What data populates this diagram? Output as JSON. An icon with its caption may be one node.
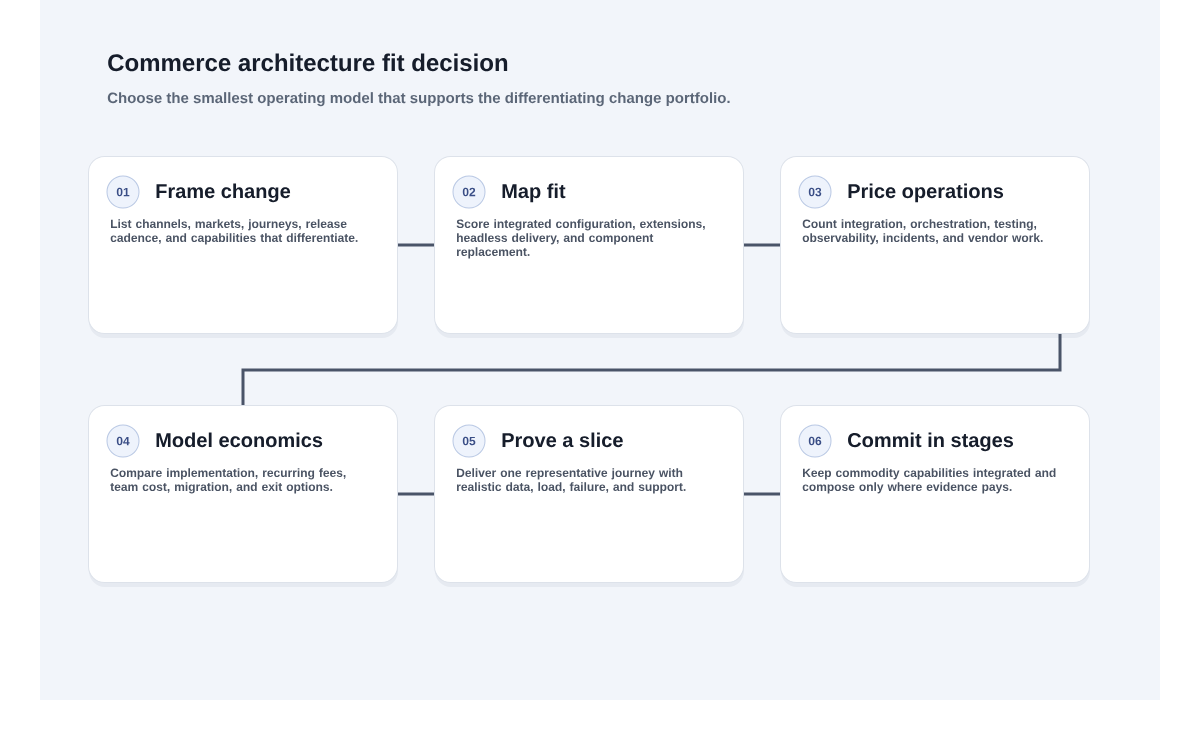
{
  "diagram": {
    "title": "Commerce architecture fit decision",
    "nodes": [
      {
        "text": [
          "Frame change",
          "List channels, markets, journeys, release cadence, and capabilities that differentiate."
        ]
      },
      {
        "text": [
          "01"
        ],
        "in": 0
      },
      {
        "text": [
          "Map fit",
          "Score integrated configuration, extensions, headless delivery, and component replacement."
        ]
      },
      {
        "text": [
          "02"
        ],
        "in": 2
      },
      {
        "text": [
          "Price operations",
          "Count integration, orchestration, testing, observability, incidents, and vendor work."
        ]
      },
      {
        "text": [
          "03"
        ],
        "in": 4
      },
      {
        "text": [
          "Model economics",
          "Compare implementation, recurring fees, team cost, migration, and exit options."
        ]
      },
      {
        "text": [
          "04"
        ],
        "in": 6
      },
      {
        "text": [
          "Prove a slice",
          "Deliver one representative journey with realistic data, load, failure, and support."
        ]
      },
      {
        "text": [
          "05"
        ],
        "in": 8
      },
      {
        "text": [
          "Commit in stages",
          "Keep commodity capabilities integrated and compose only where evidence pays."
        ]
      },
      {
        "text": [
          "06"
        ],
        "in": 10
      }
    ],
    "edges": [
      {
        "from": 0,
        "to": 2,
        "arrow": "none"
      },
      {
        "from": 2,
        "to": 4,
        "arrow": "none"
      },
      {
        "from": 4,
        "to": 6,
        "arrow": "none"
      },
      {
        "from": 6,
        "to": 8,
        "arrow": "none"
      },
      {
        "from": 8,
        "to": 10,
        "arrow": "none"
      }
    ],
    "labels": [
      "Choose the smallest operating model that supports the differentiating change portfolio."
    ]
  }
}
